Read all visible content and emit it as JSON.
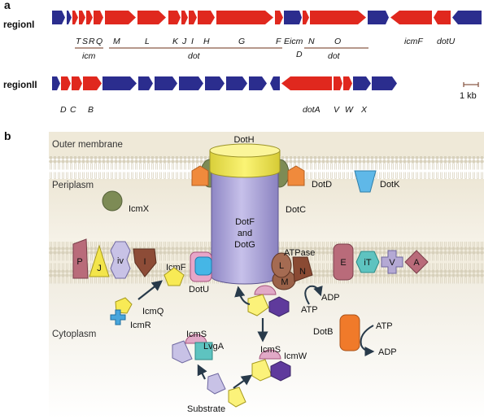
{
  "panel_a": {
    "label": "a",
    "region1": {
      "name": "regionI",
      "genes": [
        {
          "text": "T"
        },
        {
          "text": "S"
        },
        {
          "text": "R"
        },
        {
          "text": "Q"
        },
        {
          "text": "M"
        },
        {
          "text": "L"
        },
        {
          "text": "K"
        },
        {
          "text": "J"
        },
        {
          "text": "I"
        },
        {
          "text": "H"
        },
        {
          "text": "G"
        },
        {
          "text": "F"
        },
        {
          "text": "E"
        },
        {
          "text": "N"
        },
        {
          "text": "O"
        },
        {
          "text": "icmF"
        },
        {
          "text": "dotU"
        }
      ],
      "groups": [
        {
          "text": "icm"
        },
        {
          "text": "dot"
        },
        {
          "text": "icm"
        },
        {
          "text": "D"
        },
        {
          "text": "dot"
        }
      ]
    },
    "region2": {
      "name": "regionII",
      "genes": [
        {
          "text": "D"
        },
        {
          "text": "C"
        },
        {
          "text": "B"
        },
        {
          "text": "dotA"
        },
        {
          "text": "V"
        },
        {
          "text": "W"
        },
        {
          "text": "X"
        }
      ]
    },
    "scale_bar": "1 kb",
    "colors": {
      "icm_dot_gene": "#e0281e",
      "other_gene": "#2b2d8e",
      "group_line": "#8a5a48"
    }
  },
  "panel_b": {
    "label": "b",
    "compartments": {
      "outer_membrane": "Outer membrane",
      "periplasm": "Periplasm",
      "cytoplasm": "Cytoplasm"
    },
    "proteins": {
      "doth": "DotH",
      "dotd": "DotD",
      "dotk": "DotK",
      "dotc": "DotC",
      "icmx": "IcmX",
      "dotf_dotg": [
        "DotF",
        "and",
        "DotG"
      ],
      "icmf": "IcmF",
      "dotu": "DotU",
      "atpase": "ATPase",
      "l": "L",
      "m": "M",
      "n": "N",
      "p": "P",
      "j": "J",
      "iv": "iv",
      "i": "I",
      "e": "E",
      "it": "iT",
      "v": "V",
      "a": "A",
      "icmq": "IcmQ",
      "icmr": "IcmR",
      "icms_left": "IcmS",
      "lvga": "LvgA",
      "icms_right": "IcmS",
      "icmw": "IcmW",
      "dotb": "DotB",
      "substrate": "Substrate",
      "adp_1": "ADP",
      "atp_1": "ATP",
      "atp_2": "ATP",
      "adp_2": "ADP"
    }
  }
}
